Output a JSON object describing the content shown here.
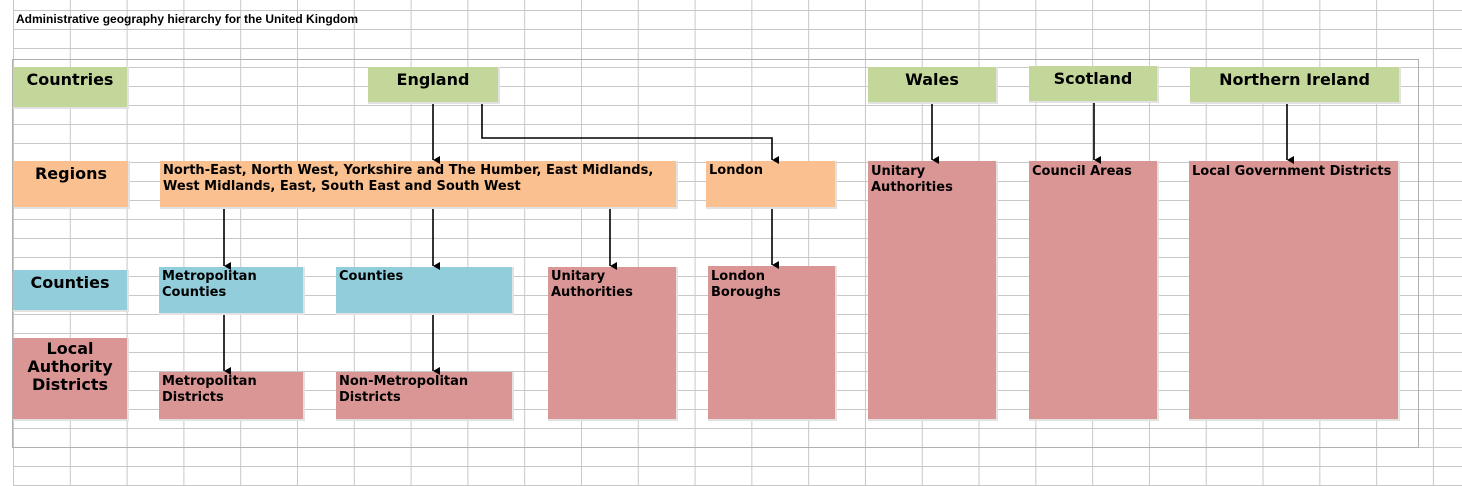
{
  "title": "Administrative geography hierarchy for the United Kingdom",
  "levels": {
    "countries": "Countries",
    "regions": "Regions",
    "counties": "Counties",
    "lad": "Local Authority Districts"
  },
  "nations": {
    "england": "England",
    "wales": "Wales",
    "scotland": "Scotland",
    "ni": "Northern Ireland"
  },
  "england": {
    "regions": "North-East, North West, Yorkshire and The Humber, East Midlands, West Midlands, East, South East and South West",
    "london": "London",
    "metropolitan_counties": "Metropolitan Counties",
    "counties": "Counties",
    "unitary_authorities": "Unitary Authorities",
    "london_boroughs": "London Boroughs",
    "metropolitan_districts": "Metropolitan Districts",
    "non_metropolitan_districts": "Non-Metropolitan Districts"
  },
  "wales": {
    "unitary_authorities": "Unitary Authorities"
  },
  "scotland": {
    "council_areas": "Council Areas"
  },
  "ni": {
    "lgd": "Local Government Districts"
  },
  "colors": {
    "country": "#c4d79b",
    "region": "#fac090",
    "county": "#92cddc",
    "district": "#da9694"
  }
}
